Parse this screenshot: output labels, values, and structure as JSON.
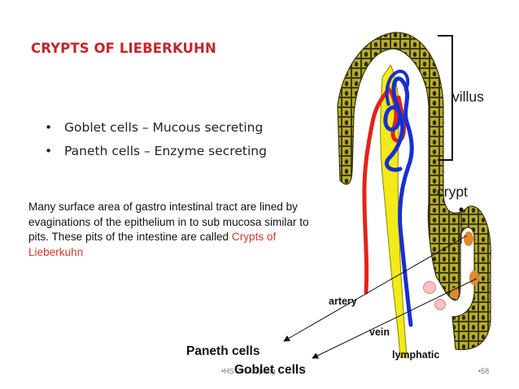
{
  "slide": {
    "title": "CRYPTS OF LIEBERKUHN",
    "bullets": [
      "Goblet cells – Mucous secreting",
      "Paneth cells – Enzyme secreting"
    ],
    "paragraph_main": "Many surface area of gastro intestinal tract are lined by evaginations of the epithelium in to sub mucosa similar to pits. These pits of the intestine are called ",
    "paragraph_highlight": "Crypts of Lieberkuhn",
    "labels": {
      "villus": "villus",
      "crypt": "crypt",
      "paneth": "Paneth cells",
      "goblet": "Goblet cells",
      "artery": "artery",
      "vein": "vein",
      "lymphatic": "lymphatic"
    },
    "footer": {
      "left": "•HS 2014 Spring",
      "page": "•58"
    }
  },
  "colors": {
    "title": "#c0272d",
    "highlight": "#d03a2a",
    "epithelium": "#b7ac2a",
    "artery": "#e3231b",
    "vein": "#1730d0",
    "lymphatic": "#f3ea1a",
    "goblet": "#e08a33",
    "paneth": "#f6c2c4"
  }
}
